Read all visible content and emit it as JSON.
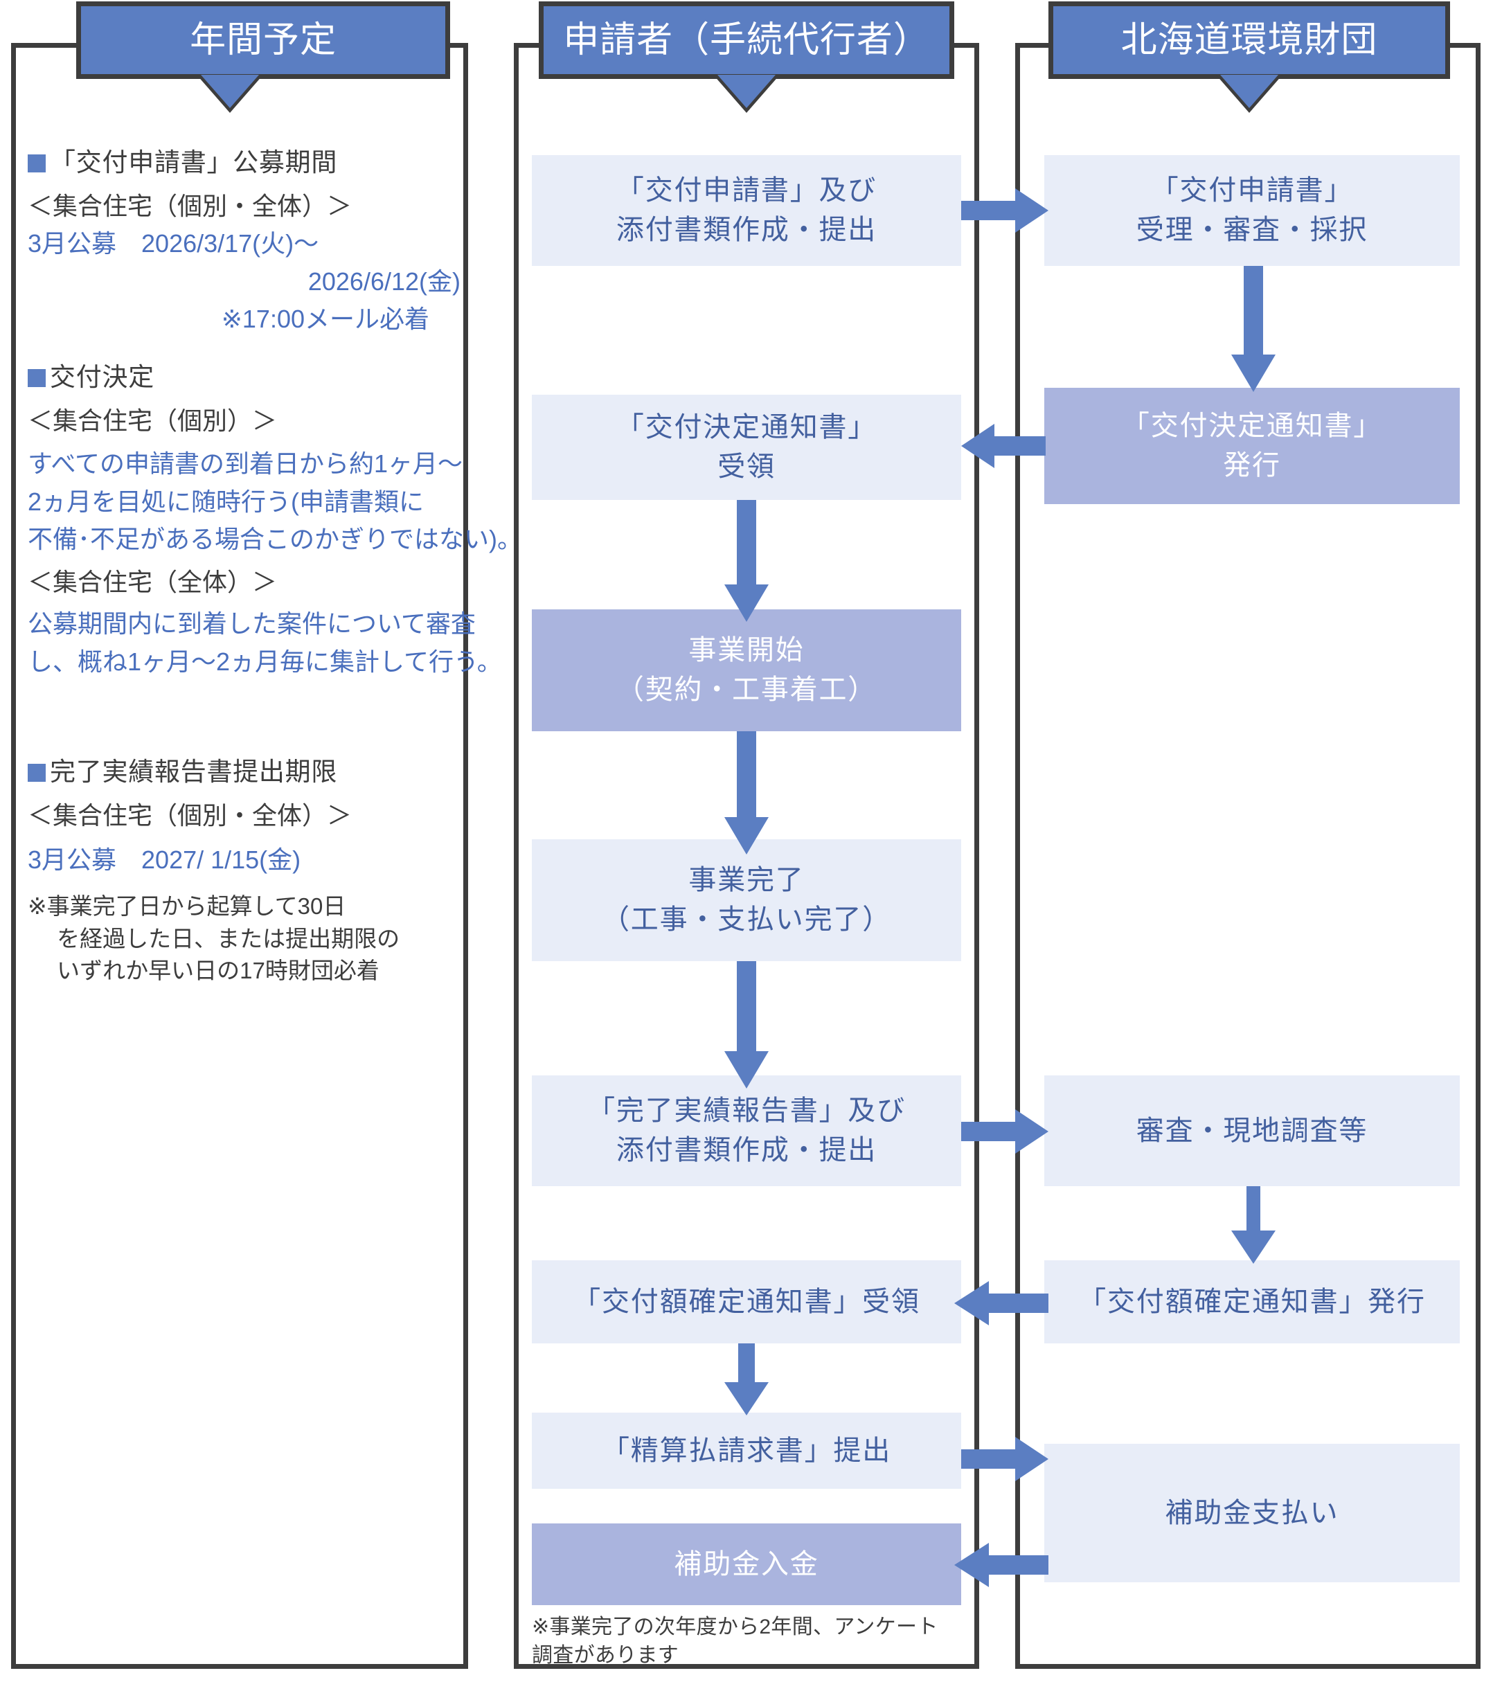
{
  "accent": {
    "banner_fill": "#5b7ec2",
    "banner_border": "#3d3d3d",
    "box_light": "#e8edf8",
    "box_dark": "#aab4de",
    "text_blue": "#43609f",
    "link_blue": "#4a6fbd",
    "arrow": "#5b7ec2"
  },
  "columns": [
    {
      "header": "年間予定"
    },
    {
      "header": "申請者（手続代行者）"
    },
    {
      "header": "北海道環境財団"
    }
  ],
  "schedule": {
    "sections": [
      {
        "heading": "「交付申請書」公募期間",
        "subheading": "＜集合住宅（個別・全体）＞",
        "lines": [
          "3月公募　2026/3/17(火)～",
          "2026/6/12(金)",
          "※17:00メール必着"
        ]
      },
      {
        "heading": "交付決定",
        "subheading": "＜集合住宅（個別）＞",
        "lines": [
          "すべての申請書の到着日から約1ヶ月～",
          "2ヵ月を目処に随時行う(申請書類に",
          "不備･不足がある場合このかぎりではない)。"
        ],
        "subheading2": "＜集合住宅（全体）＞",
        "lines2": [
          "公募期間内に到着した案件について審査",
          "し、概ね1ヶ月～2ヵ月毎に集計して行う。"
        ]
      },
      {
        "heading": "完了実績報告書提出期限",
        "subheading": "＜集合住宅（個別・全体）＞",
        "lines": [
          "3月公募　2027/ 1/15(金)"
        ],
        "note": "※事業完了日から起算して30日\n　 を経過した日、または提出期限の\n　 いずれか早い日の17時財団必着"
      }
    ]
  },
  "applicant_steps": [
    {
      "label": "「交付申請書」及び\n添付書類作成・提出",
      "style": "light"
    },
    {
      "label": "「交付決定通知書」\n受領",
      "style": "light"
    },
    {
      "label": "事業開始\n（契約・工事着工）",
      "style": "dark"
    },
    {
      "label": "事業完了\n（工事・支払い完了）",
      "style": "light"
    },
    {
      "label": "「完了実績報告書」及び\n添付書類作成・提出",
      "style": "light"
    },
    {
      "label": "「交付額確定通知書」受領",
      "style": "light"
    },
    {
      "label": "「精算払請求書」提出",
      "style": "light"
    },
    {
      "label": "補助金入金",
      "style": "dark"
    }
  ],
  "foundation_steps": [
    {
      "label": "「交付申請書」\n受理・審査・採択",
      "style": "light"
    },
    {
      "label": "「交付決定通知書」\n発行",
      "style": "dark"
    },
    {
      "label": "審査・現地調査等",
      "style": "light"
    },
    {
      "label": "「交付額確定通知書」発行",
      "style": "light"
    },
    {
      "label": "補助金支払い",
      "style": "light"
    }
  ],
  "footnote": "※事業完了の次年度から2年間、アンケート\n調査があります"
}
